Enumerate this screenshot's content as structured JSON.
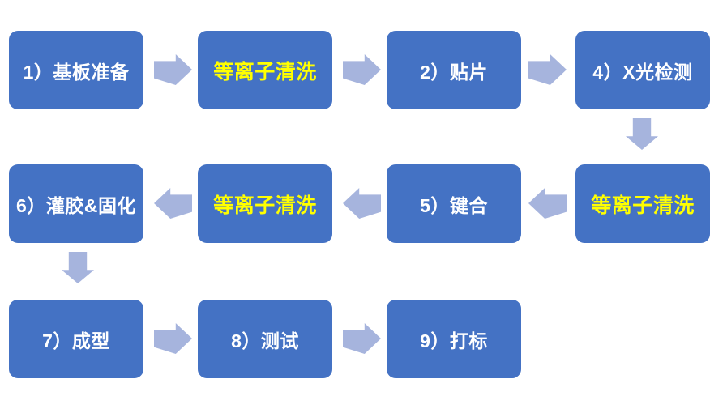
{
  "diagram": {
    "title_semantic": "process-flow-chart",
    "colors": {
      "node_fill": "#4472C4",
      "arrow_fill": "#A6B4DD",
      "label_default": "#FFFFFF",
      "label_highlight": "#FFFF00",
      "background": "#FFFFFF"
    },
    "nodes": [
      {
        "id": "step-1",
        "label": "1）基板准备",
        "row": 1,
        "col": 1,
        "highlight": false
      },
      {
        "id": "plasma-clean-1",
        "label": "等离子清洗",
        "row": 1,
        "col": 2,
        "highlight": true
      },
      {
        "id": "step-2",
        "label": "2）贴片",
        "row": 1,
        "col": 3,
        "highlight": false
      },
      {
        "id": "step-4",
        "label": "4）X光检测",
        "row": 1,
        "col": 4,
        "highlight": false
      },
      {
        "id": "plasma-clean-2",
        "label": "等离子清洗",
        "row": 2,
        "col": 4,
        "highlight": true
      },
      {
        "id": "step-5",
        "label": "5）键合",
        "row": 2,
        "col": 3,
        "highlight": false
      },
      {
        "id": "plasma-clean-3",
        "label": "等离子清洗",
        "row": 2,
        "col": 2,
        "highlight": true
      },
      {
        "id": "step-6",
        "label": "6）灌胶&固化",
        "row": 2,
        "col": 1,
        "highlight": false
      },
      {
        "id": "step-7",
        "label": "7）成型",
        "row": 3,
        "col": 1,
        "highlight": false
      },
      {
        "id": "step-8",
        "label": "8）测试",
        "row": 3,
        "col": 2,
        "highlight": false
      },
      {
        "id": "step-9",
        "label": "9）打标",
        "row": 3,
        "col": 3,
        "highlight": false
      }
    ],
    "arrows": [
      {
        "from": "step-1",
        "to": "plasma-clean-1",
        "direction": "right"
      },
      {
        "from": "plasma-clean-1",
        "to": "step-2",
        "direction": "right"
      },
      {
        "from": "step-2",
        "to": "step-4",
        "direction": "right"
      },
      {
        "from": "step-4",
        "to": "plasma-clean-2",
        "direction": "down"
      },
      {
        "from": "plasma-clean-2",
        "to": "step-5",
        "direction": "left"
      },
      {
        "from": "step-5",
        "to": "plasma-clean-3",
        "direction": "left"
      },
      {
        "from": "plasma-clean-3",
        "to": "step-6",
        "direction": "left"
      },
      {
        "from": "step-6",
        "to": "step-7",
        "direction": "down"
      },
      {
        "from": "step-7",
        "to": "step-8",
        "direction": "right"
      },
      {
        "from": "step-8",
        "to": "step-9",
        "direction": "right"
      }
    ]
  }
}
